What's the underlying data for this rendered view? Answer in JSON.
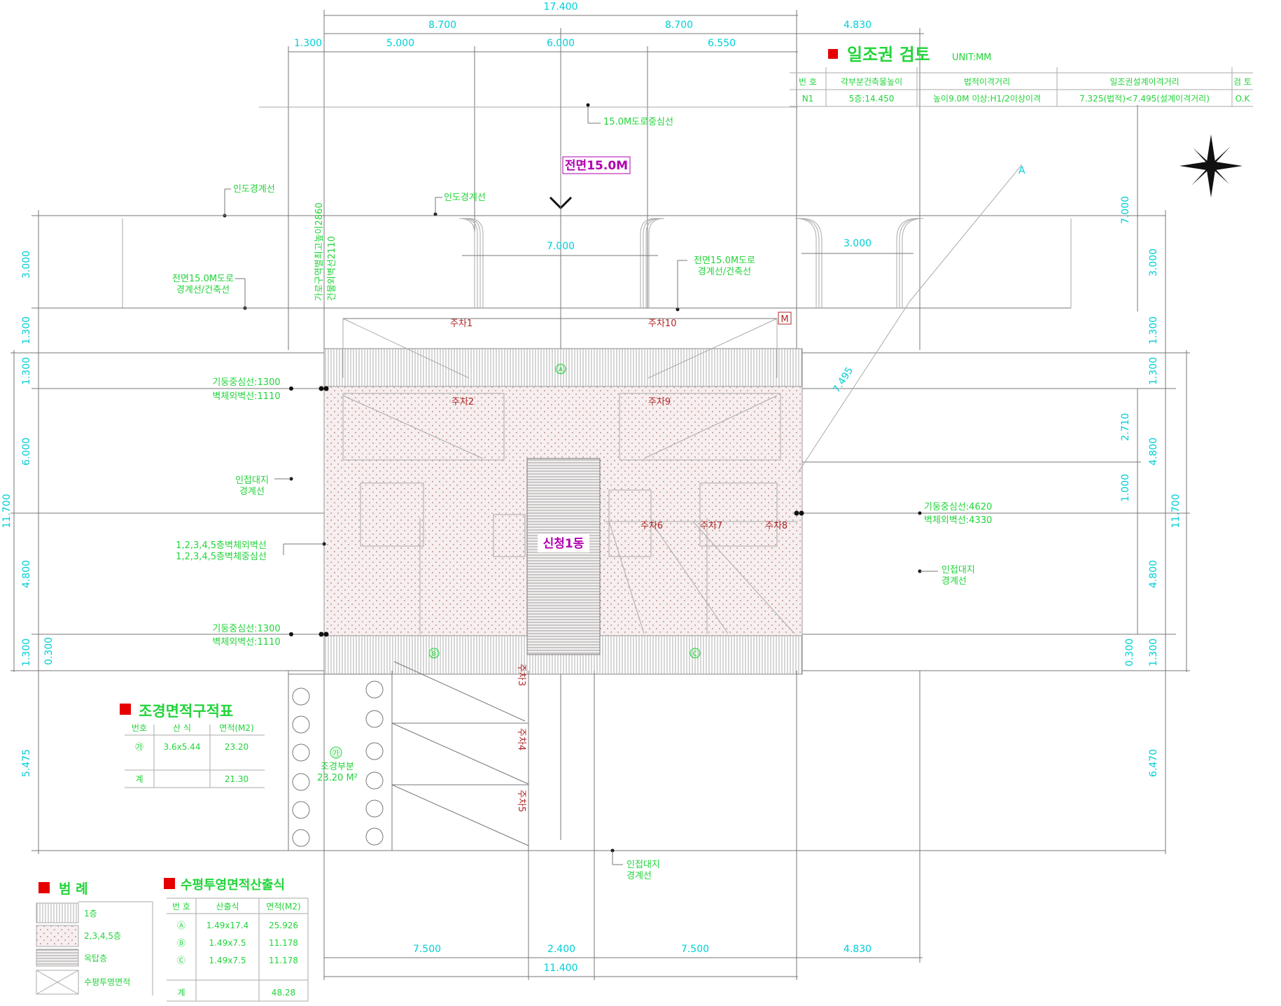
{
  "title": "일조권 검토",
  "unit": "UNIT:MM",
  "sunlight_table": {
    "headers": [
      "번 호",
      "각부분건축물높이",
      "법적이격거리",
      "일조권설계이격거리",
      "검 토"
    ],
    "row": [
      "N1",
      "5층:14.450",
      "높이9.0M 이상:H1/2이상이격",
      "7.325(법적)<7.495(설계이격거리)",
      "O.K"
    ]
  },
  "landscape": {
    "title": "조경면적구적표",
    "headers": [
      "번호",
      "산 식",
      "면적(M2)"
    ],
    "rows": [
      [
        "㉮",
        "3.6x5.44",
        "23.20"
      ]
    ],
    "total": [
      "계",
      "",
      "21.30"
    ],
    "plan_label_mark": "㉮",
    "plan_label_name": "조경부분",
    "plan_label_area": "23.20 M²"
  },
  "legend": {
    "title": "범 례",
    "items": [
      "1층",
      "2,3,4,5층",
      "옥탑층",
      "수평투영면적"
    ]
  },
  "projection": {
    "title": "수평투영면적산출식",
    "headers": [
      "번 호",
      "산출식",
      "면적(M2)"
    ],
    "rows": [
      [
        "Ⓐ",
        "1.49x17.4",
        "25.926"
      ],
      [
        "Ⓑ",
        "1.49x7.5",
        "11.178"
      ],
      [
        "Ⓒ",
        "1.49x7.5",
        "11.178"
      ]
    ],
    "total": [
      "계",
      "",
      "48.28"
    ]
  },
  "labels": {
    "front_road": "전면15.0M",
    "building": "신청1동",
    "road_centerline": "15.0M도로중심선",
    "sidewalk1": "인도경계선",
    "sidewalk2": "인도경계선",
    "front_boundary_left_1": "전면15.0M도로",
    "front_boundary_left_2": "경계선/건축선",
    "front_boundary_mid_1": "전면15.0M도로",
    "front_boundary_mid_2": "경계선/건축선",
    "vert_1": "가로구역별최고높이2860",
    "vert_2": "건물외벽선2110",
    "col_top_left_1": "기둥중심선:1300",
    "col_top_left_2": "벽체외벽선:1110",
    "col_bot_left_1": "기둥중심선:1300",
    "col_bot_left_2": "벽체외벽선:1110",
    "adj_left_1": "인접대지",
    "adj_left_2": "경계선",
    "floor_line_1": "1,2,3,4,5층벽체외벽선",
    "floor_line_2": "1,2,3,4,5층벽체중심선",
    "col_right_1": "기둥중심선:4620",
    "col_right_2": "벽체외벽선:4330",
    "adj_right_1": "인접대지",
    "adj_right_2": "경계선",
    "adj_bottom_1": "인접대지",
    "adj_bottom_2": "경계선",
    "diag_dim": "7.495",
    "diag_pt": "A",
    "circle_A": "Ⓐ",
    "circle_B": "Ⓑ",
    "circle_C": "Ⓒ",
    "m_mark": "M"
  },
  "parking": {
    "p1": "주차1",
    "p10": "주차10",
    "p2": "주차2",
    "p9": "주차9",
    "p6": "주차6",
    "p7": "주차7",
    "p8": "주차8",
    "p3": "주차3",
    "p4": "주차4",
    "p5": "주차5"
  },
  "dims": {
    "top_total": "17.400",
    "top_a": "8.700",
    "top_b": "8.700",
    "top_right": "4.830",
    "top2_a": "1.300",
    "top2_b": "5.000",
    "top2_c": "6.000",
    "top2_d": "6.550",
    "road_gap1": "7.000",
    "road_gap2": "3.000",
    "left_1": "3.000",
    "left_2": "1.300",
    "left_3": "1.300",
    "left_4": "6.000",
    "left_5": "4.800",
    "left_6": "1.300",
    "left_small": "0.300",
    "left_total": "11.700",
    "left_bottom": "5.475",
    "right_top": "7.000",
    "right_1": "3.000",
    "right_2": "1.300",
    "right_3": "1.300",
    "right_4": "2.710",
    "right_5": "4.800",
    "right_6": "1.000",
    "right_7": "4.800",
    "right_8": "1.300",
    "right_9": "6.470",
    "right_total": "11.700",
    "right_small": "0.300",
    "bot_a": "7.500",
    "bot_b": "2.400",
    "bot_c": "7.500",
    "bot_d": "4.830",
    "bot_total": "11.400"
  },
  "colors": {
    "dimension": "#00cfd6",
    "annotation": "#22d43a",
    "parking_label": "#b02424",
    "marker": "#e60000",
    "highlight": "#b000b0"
  }
}
